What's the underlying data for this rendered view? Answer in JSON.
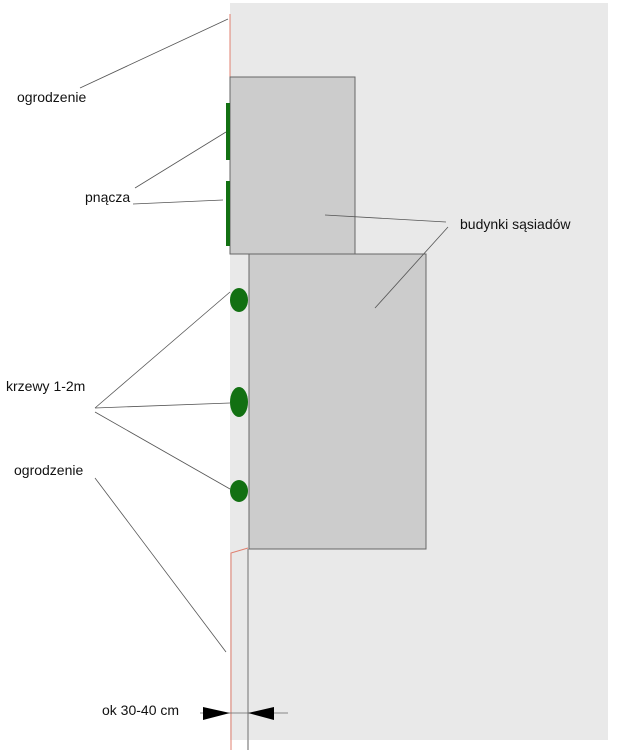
{
  "labels": {
    "fence_top": "ogrodzenie",
    "vines": "pnącza",
    "neighbor_buildings": "budynki sąsiadów",
    "shrubs": "krzewy 1-2m",
    "fence_bottom": "ogrodzenie",
    "gap_dimension": "ok 30-40 cm"
  },
  "colors": {
    "plot": "#e9e9e9",
    "building": "#cccccc",
    "fence": "#e08070",
    "vegetation": "#127012"
  }
}
